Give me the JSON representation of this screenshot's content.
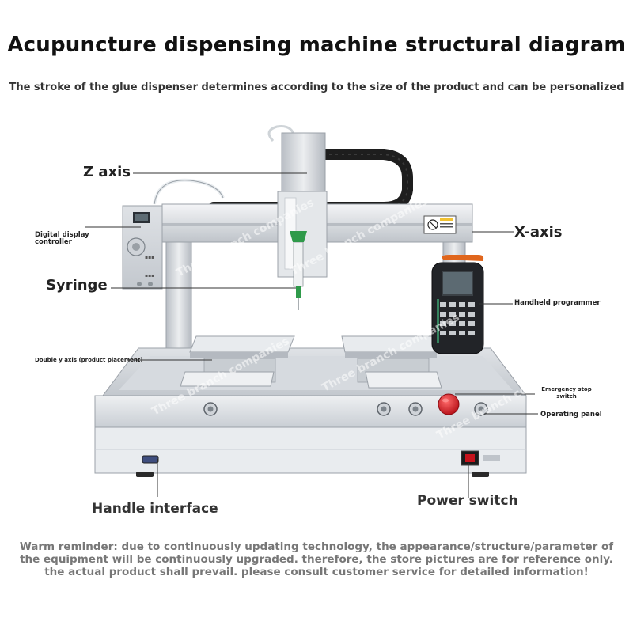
{
  "title": "Acupuncture dispensing machine structural diagram",
  "subtitle": "The stroke of the glue dispenser determines according to the size of the product and can be personalized",
  "labels": {
    "z_axis": "Z axis",
    "x_axis": "X-axis",
    "digital_display": "Digital display controller",
    "syringe": "Syringe",
    "handheld_programmer": "Handheld programmer",
    "double_y_axis": "Double y axis (product placement)",
    "emergency_stop": "Emergency stop switch",
    "operating_panel": "Operating panel",
    "handle_interface": "Handle interface",
    "power_switch": "Power switch"
  },
  "reminder": {
    "line1": "Warm reminder: due to continuously updating technology, the appearance/structure/parameter of",
    "line2": "the equipment will be continuously upgraded. therefore, the store pictures are for reference only.",
    "line3": "the actual product shall prevail. please consult customer service for detailed information!"
  },
  "watermark": "Three branch companies",
  "colors": {
    "frame": "#d9dde2",
    "frame_dark": "#aeb4bb",
    "cable": "#1e1e1e",
    "emergency": "#d8141f",
    "nozzle": "#2f9a4a",
    "programmer": "#222428",
    "programmer_accent": "#e0661d"
  }
}
